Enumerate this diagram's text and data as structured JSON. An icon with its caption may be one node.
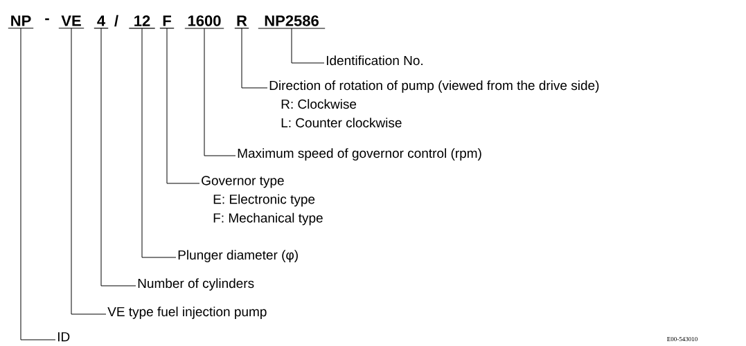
{
  "diagram": {
    "nodes": [
      {
        "text": [
          "NP"
        ]
      },
      {
        "text": [
          "VE"
        ]
      },
      {
        "text": [
          "4"
        ]
      },
      {
        "text": [
          "12"
        ]
      },
      {
        "text": [
          "F"
        ]
      },
      {
        "text": [
          "1600"
        ]
      },
      {
        "text": [
          "R"
        ]
      },
      {
        "text": [
          "NP2586"
        ]
      },
      {
        "text": [
          "Identification No."
        ]
      },
      {
        "text": [
          "Direction of rotation of pump (viewed from the drive side)",
          "R: Clockwise",
          "L: Counter clockwise"
        ]
      },
      {
        "text": [
          "Maximum speed of governor control (rpm)"
        ]
      },
      {
        "text": [
          "Governor type",
          "E: Electronic type",
          "F: Mechanical type"
        ]
      },
      {
        "text": [
          "Plunger diameter (φ)"
        ]
      },
      {
        "text": [
          "Number of cylinders"
        ]
      },
      {
        "text": [
          "VE type fuel injection pump"
        ]
      },
      {
        "text": [
          "ID"
        ]
      }
    ],
    "edges": [
      {
        "from": 7,
        "to": 8,
        "arrow": "none"
      },
      {
        "from": 6,
        "to": 9,
        "arrow": "none"
      },
      {
        "from": 5,
        "to": 10,
        "arrow": "none"
      },
      {
        "from": 4,
        "to": 11,
        "arrow": "none"
      },
      {
        "from": 3,
        "to": 12,
        "arrow": "none"
      },
      {
        "from": 2,
        "to": 13,
        "arrow": "none"
      },
      {
        "from": 1,
        "to": 14,
        "arrow": "none"
      },
      {
        "from": 0,
        "to": 15,
        "arrow": "none"
      }
    ],
    "labels": [
      "-",
      "/",
      "E00-543010"
    ]
  }
}
